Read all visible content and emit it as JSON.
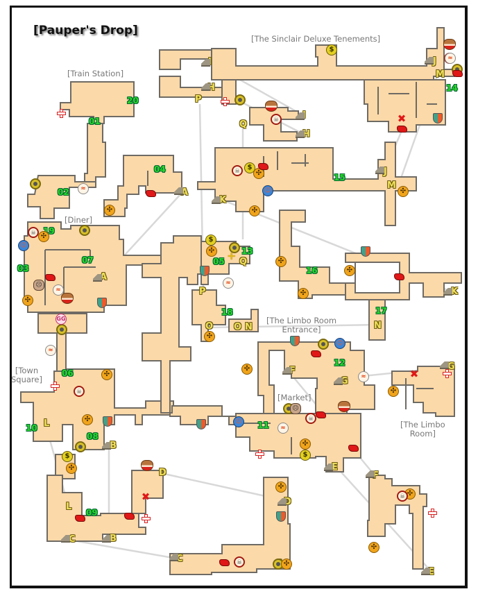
{
  "map": {
    "title": "[Pauper's Drop]",
    "areas": [
      {
        "id": "train-station",
        "label": "[Train Station]"
      },
      {
        "id": "sinclair",
        "label": "[The Sinclair Deluxe Tenements]"
      },
      {
        "id": "diner",
        "label": "[Diner]"
      },
      {
        "id": "town-square",
        "label": "[Town\nSquare]"
      },
      {
        "id": "limbo-entrance",
        "label": "[The Limbo Room\nEntrance]"
      },
      {
        "id": "market",
        "label": "[Market]"
      },
      {
        "id": "limbo-room",
        "label": "[The Limbo\nRoom]"
      }
    ],
    "numbers": [
      "01",
      "02",
      "03",
      "04",
      "05",
      "06",
      "07",
      "08",
      "09",
      "10",
      "11",
      "12",
      "13",
      "14",
      "15",
      "16",
      "17",
      "18",
      "19",
      "20"
    ],
    "letters": {
      "A1": "A",
      "A2": "A",
      "B1": "B",
      "B2": "B",
      "C1": "C",
      "C2": "C",
      "C3": "C",
      "D1": "D",
      "D2": "D",
      "E1": "E",
      "E2": "E",
      "F1": "F",
      "F2": "F",
      "G1": "G",
      "G2": "G",
      "H1": "H",
      "H2": "H",
      "I1": "I",
      "I2": "I",
      "J1": "J",
      "J2": "J",
      "K1": "K",
      "K2": "K",
      "L1": "L",
      "L2": "L",
      "M1": "M",
      "M2": "M",
      "N1": "N",
      "N2": "N",
      "O1": "O",
      "O2": "O",
      "P1": "P",
      "P2": "P",
      "Q1": "Q",
      "Q2": "Q"
    },
    "legend_icons": [
      "hazard-icon",
      "money-icon",
      "ring-icon",
      "skull-icon",
      "dna-icon",
      "clown-icon",
      "face-icon",
      "hat-icon",
      "candy-icon",
      "health-cross-icon",
      "shield-icon",
      "red-x-icon",
      "glove-icon",
      "stair-icon",
      "plus-icon"
    ]
  }
}
